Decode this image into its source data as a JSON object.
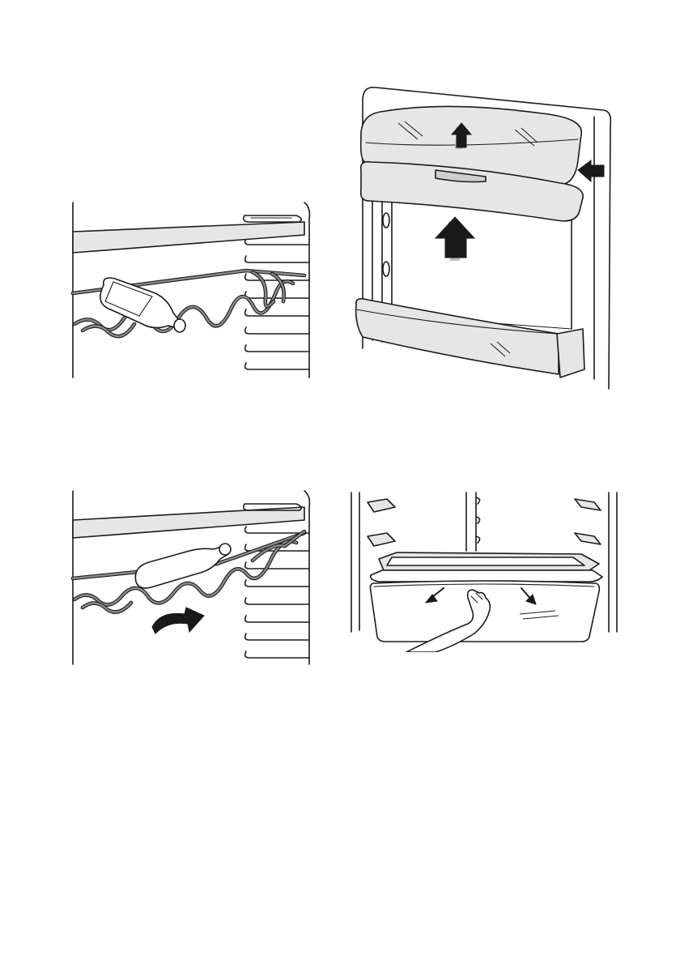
{
  "page": {
    "background": "#ffffff"
  },
  "colors": {
    "line": "#1a1a1a",
    "shade": "#e6e6e6",
    "rack_inner": "#8a8a8a"
  },
  "figures": [
    {
      "id": "fig-wine-rack-bottle",
      "icons": [
        "wine-bottle-icon",
        "wire-rack-icon",
        "glass-shelf-icon"
      ]
    },
    {
      "id": "fig-door-balcony-removal",
      "icons": [
        "door-balcony-icon",
        "up-arrow-icon",
        "left-arrow-icon"
      ]
    },
    {
      "id": "fig-wine-rack-tilt",
      "icons": [
        "wine-bottle-icon",
        "wire-rack-icon",
        "curved-arrow-icon"
      ]
    },
    {
      "id": "fig-crisper-drawer",
      "icons": [
        "drawer-icon",
        "hand-icon",
        "down-arrow-icon"
      ]
    }
  ]
}
